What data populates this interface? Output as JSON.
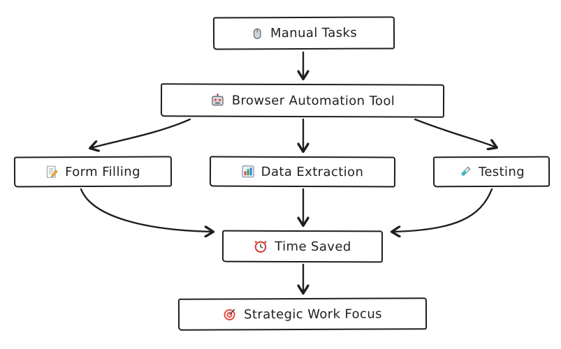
{
  "diagram": {
    "title": "",
    "nodes": {
      "manual_tasks": {
        "label": "Manual Tasks",
        "icon": "mouse-icon"
      },
      "browser_automation": {
        "label": "Browser Automation Tool",
        "icon": "robot-icon"
      },
      "form_filling": {
        "label": "Form Filling",
        "icon": "memo-icon"
      },
      "data_extraction": {
        "label": "Data Extraction",
        "icon": "bar-chart-icon"
      },
      "testing": {
        "label": "Testing",
        "icon": "test-tube-icon"
      },
      "time_saved": {
        "label": "Time Saved",
        "icon": "alarm-clock-icon"
      },
      "strategic_focus": {
        "label": "Strategic Work Focus",
        "icon": "target-icon"
      }
    },
    "edges": [
      {
        "from": "manual_tasks",
        "to": "browser_automation"
      },
      {
        "from": "browser_automation",
        "to": "form_filling"
      },
      {
        "from": "browser_automation",
        "to": "data_extraction"
      },
      {
        "from": "browser_automation",
        "to": "testing"
      },
      {
        "from": "form_filling",
        "to": "time_saved"
      },
      {
        "from": "data_extraction",
        "to": "time_saved"
      },
      {
        "from": "testing",
        "to": "time_saved"
      },
      {
        "from": "time_saved",
        "to": "strategic_focus"
      }
    ],
    "colors": {
      "stroke": "#1e1e1e",
      "node_background": "#ffffff",
      "canvas_background": "#ffffff"
    }
  }
}
